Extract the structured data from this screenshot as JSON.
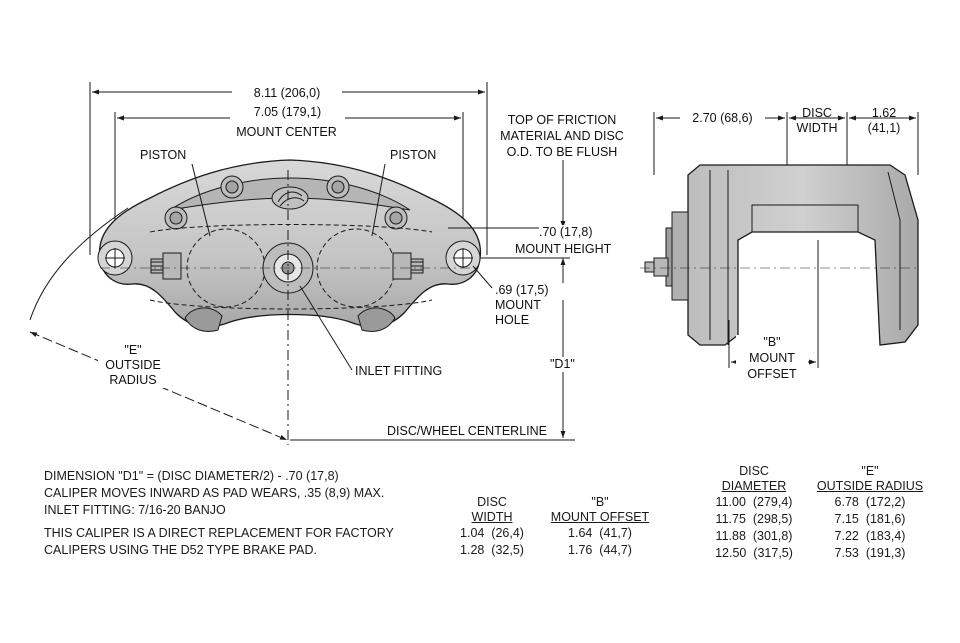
{
  "front_view": {
    "overall_width": "8.11 (206,0)",
    "mount_center_value": "7.05 (179,1)",
    "mount_center_label": "MOUNT CENTER",
    "piston_left": "PISTON",
    "piston_right": "PISTON",
    "mount_height_value": ".70 (17,8)",
    "mount_height_label": "MOUNT HEIGHT",
    "mount_hole_value": ".69 (17,5)",
    "mount_hole_label_1": "MOUNT",
    "mount_hole_label_2": "HOLE",
    "outside_radius_1": "\"E\"",
    "outside_radius_2": "OUTSIDE",
    "outside_radius_3": "RADIUS",
    "inlet_fitting": "INLET FITTING",
    "d1": "\"D1\"",
    "centerline": "DISC/WHEEL CENTERLINE",
    "friction_note_1": "TOP OF FRICTION",
    "friction_note_2": "MATERIAL AND DISC",
    "friction_note_3": "O.D. TO BE FLUSH"
  },
  "side_view": {
    "width_value": "2.70 (68,6)",
    "disc_width_1": "DISC",
    "disc_width_2": "WIDTH",
    "offset_value_1": "1.62",
    "offset_value_2": "(41,1)",
    "mount_offset_1": "\"B\"",
    "mount_offset_2": "MOUNT",
    "mount_offset_3": "OFFSET"
  },
  "notes": [
    "DIMENSION \"D1\" = (DISC DIAMETER/2) - .70 (17,8)",
    "CALIPER MOVES INWARD AS PAD WEARS, .35 (8,9) MAX.",
    "INLET FITTING: 7/16-20 BANJO",
    "THIS CALIPER IS A DIRECT REPLACEMENT FOR FACTORY",
    "CALIPERS USING THE D52 TYPE BRAKE PAD."
  ],
  "offset_table": {
    "col1_head_1": "DISC",
    "col1_head_2": "WIDTH",
    "col2_head_1": "\"B\"",
    "col2_head_2": "MOUNT OFFSET",
    "rows": [
      [
        "1.04  (26,4)",
        "1.64  (41,7)"
      ],
      [
        "1.28  (32,5)",
        "1.76  (44,7)"
      ]
    ]
  },
  "radius_table": {
    "col1_head_1": "DISC",
    "col1_head_2": "DIAMETER",
    "col2_head_1": "\"E\"",
    "col2_head_2": "OUTSIDE RADIUS",
    "rows": [
      [
        "11.00  (279,4)",
        "6.78  (172,2)"
      ],
      [
        "11.75  (298,5)",
        "7.15  (181,6)"
      ],
      [
        "11.88  (301,8)",
        "7.22  (183,4)"
      ],
      [
        "12.50  (317,5)",
        "7.53  (191,3)"
      ]
    ]
  },
  "colors": {
    "body_fill": "#c9c9c9",
    "body_shade": "#8e8e8e",
    "line": "#1a1a1a",
    "background": "#ffffff"
  }
}
